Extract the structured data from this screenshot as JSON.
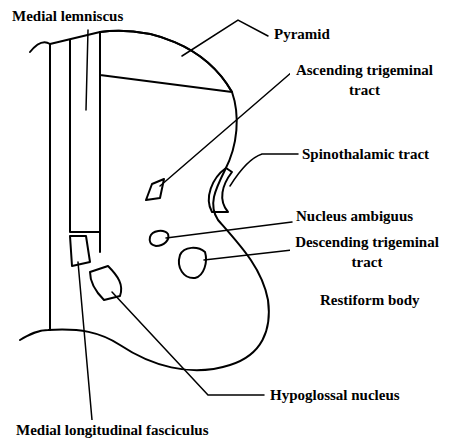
{
  "diagram": {
    "labels": [
      "Medial lemniscus",
      "Pyramid",
      "Ascending trigeminal tract",
      "Spinothalamic tract",
      "Nucleus ambiguus",
      "Descending trigeminal tract",
      "Restiform body",
      "Hypoglossal nucleus",
      "Medial longitudinal fasciculus"
    ]
  }
}
